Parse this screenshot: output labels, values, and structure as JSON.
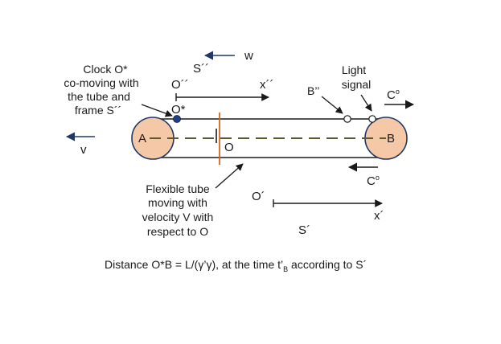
{
  "colors": {
    "ink": "#1a1a1a",
    "roller_fill": "#f5c9a8",
    "roller_stroke": "#c05f3a",
    "tube_line": "#1a1a1a",
    "axis_dash": "#5b5a2c",
    "marker_O": "#d9641e",
    "clock_dot": "#1f3f8a",
    "arrow_blue": "#1f3866"
  },
  "labels": {
    "clock_line1": "Clock O*",
    "clock_line2": "co-moving with",
    "clock_line3": "the tube and",
    "clock_line4": "frame S´´",
    "o_star": "O*",
    "o_dbl": "O´´",
    "x_dbl": "x´´",
    "s_dbl": "S´´",
    "w": "w",
    "v": "v",
    "A": "A",
    "B": "B",
    "O": "O",
    "b_dbl": "B’’",
    "light1": "Light",
    "light2": "signal",
    "c_top": "C",
    "c_top_sup": "o",
    "c_bot": "C",
    "c_bot_sup": "o",
    "flex1": "Flexible tube",
    "flex2": "moving with",
    "flex3": "velocity V with",
    "flex4": "respect  to O",
    "o_prime": "O´",
    "x_prime": "x´",
    "s_prime": "S´",
    "caption_main": "Distance  O*B = L/(γ’γ), at the time t’",
    "caption_sub": "B",
    "caption_end": " according to  S´"
  }
}
